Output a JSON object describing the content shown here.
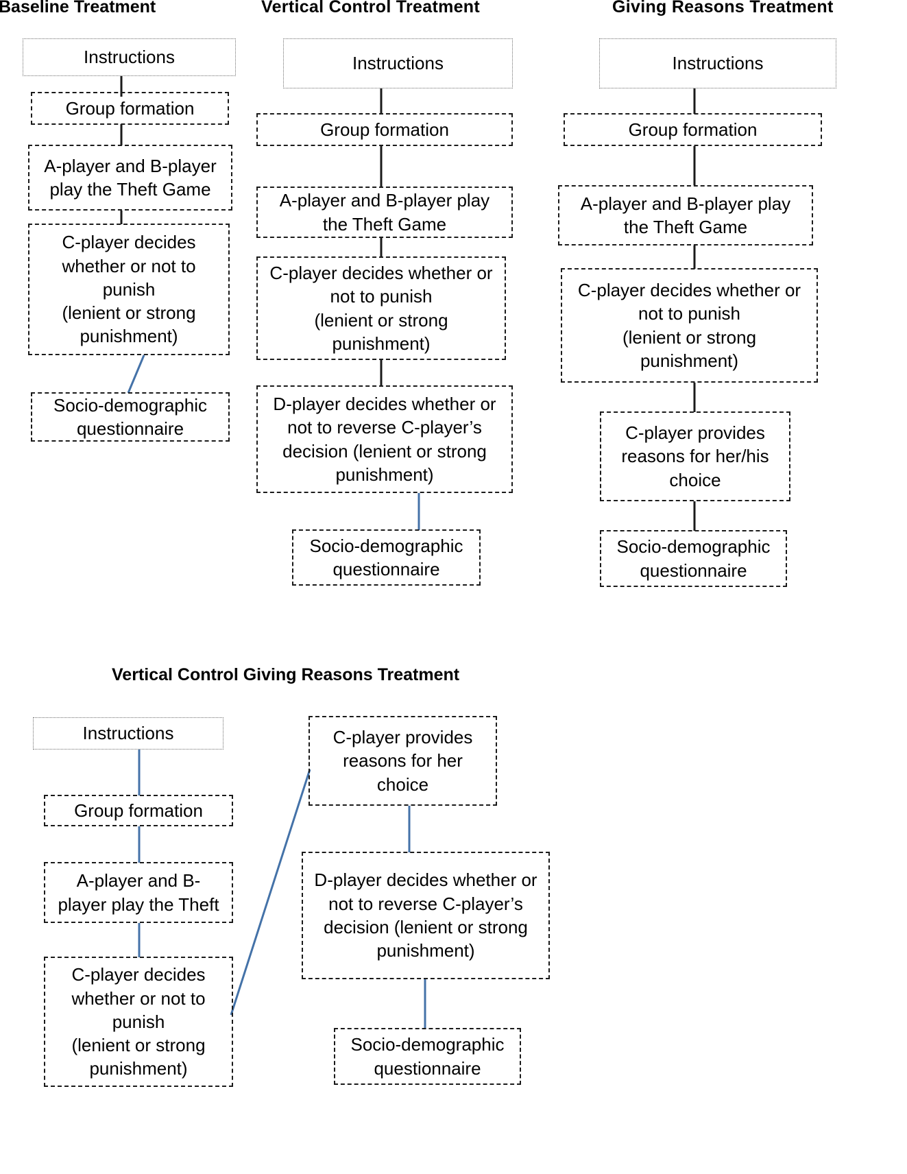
{
  "figure": {
    "kind": "flowchart",
    "background": "#ffffff",
    "box_border_dashed_color": "#1a1a1a",
    "box_border_dotted_color": "#6e6e6e",
    "connector_black": "#1a1a1a",
    "connector_blue": "#4472a8"
  },
  "treatments": [
    {
      "id": "baseline",
      "title": "Baseline Treatment",
      "steps": [
        {
          "id": "instructions",
          "label": "Instructions",
          "border": "dotted"
        },
        {
          "id": "group-formation",
          "label": "Group formation",
          "border": "dashed"
        },
        {
          "id": "theft-game",
          "label": "A-player and B-player play the Theft Game",
          "border": "dashed"
        },
        {
          "id": "c-punish",
          "label": "C-player decides whether or not to punish (lenient or strong punishment)",
          "border": "dashed"
        },
        {
          "id": "questionnaire",
          "label": "Socio-demographic questionnaire",
          "border": "dashed"
        }
      ]
    },
    {
      "id": "vertical-control",
      "title": "Vertical  Control  Treatment",
      "steps": [
        {
          "id": "instructions",
          "label": "Instructions",
          "border": "dotted"
        },
        {
          "id": "group-formation",
          "label": "Group formation",
          "border": "dashed"
        },
        {
          "id": "theft-game",
          "label": "A-player and B-player play the Theft Game",
          "border": "dashed"
        },
        {
          "id": "c-punish",
          "label": "C-player decides whether or not to punish (lenient or strong punishment)",
          "border": "dashed"
        },
        {
          "id": "d-reverse",
          "label": "D-player decides whether or not to reverse C-player’s decision (lenient or strong punishment)",
          "border": "dashed"
        },
        {
          "id": "questionnaire",
          "label": "Socio-demographic questionnaire",
          "border": "dashed"
        }
      ]
    },
    {
      "id": "giving-reasons",
      "title": "Giving  Reasons  Treatment",
      "steps": [
        {
          "id": "instructions",
          "label": "Instructions",
          "border": "dotted"
        },
        {
          "id": "group-formation",
          "label": "Group formation",
          "border": "dashed"
        },
        {
          "id": "theft-game",
          "label": "A-player and B-player play the Theft Game",
          "border": "dashed"
        },
        {
          "id": "c-punish",
          "label": "C-player decides whether or not to punish (lenient or strong punishment)",
          "border": "dashed"
        },
        {
          "id": "c-reasons",
          "label": "C-player provides reasons for her/his choice",
          "border": "dashed"
        },
        {
          "id": "questionnaire",
          "label": "Socio-demographic questionnaire",
          "border": "dashed"
        }
      ]
    },
    {
      "id": "vertical-control-giving-reasons",
      "title": "Vertical Control Giving Reasons Treatment",
      "steps": [
        {
          "id": "instructions",
          "label": "Instructions",
          "border": "dotted"
        },
        {
          "id": "group-formation",
          "label": "Group formation",
          "border": "dashed"
        },
        {
          "id": "theft-game",
          "label": "A-player and B-player play the Theft",
          "border": "dashed"
        },
        {
          "id": "c-punish",
          "label": "C-player decides whether or not to punish (lenient or strong punishment)",
          "border": "dashed"
        },
        {
          "id": "c-reasons",
          "label": "C-player provides reasons for her choice",
          "border": "dashed"
        },
        {
          "id": "d-reverse",
          "label": "D-player decides whether or not to reverse C-player’s decision (lenient or strong punishment)",
          "border": "dashed"
        },
        {
          "id": "questionnaire",
          "label": "Socio-demographic questionnaire",
          "border": "dashed"
        }
      ]
    }
  ],
  "box_text": {
    "instructions": "Instructions",
    "group_formation": "Group formation",
    "theft_game_2line": "A-player and B-player\nplay the Theft Game",
    "theft_game_wide": "A-player and B-player play\nthe Theft Game",
    "theft_game_narrow": "A-player and B-\nplayer play the Theft",
    "c_punish_narrow": "C-player decides\nwhether or not to\npunish\n(lenient or strong\npunishment)",
    "c_punish_wide": "C-player decides whether or\nnot to punish\n(lenient or strong\npunishment)",
    "d_reverse": "D-player decides whether or\nnot to reverse C-player’s\ndecision (lenient or strong\npunishment)",
    "c_reasons_his": "C-player provides\nreasons for her/his\nchoice",
    "c_reasons_her": "C-player provides\nreasons for her\nchoice",
    "questionnaire": "Socio-demographic\nquestionnaire"
  }
}
